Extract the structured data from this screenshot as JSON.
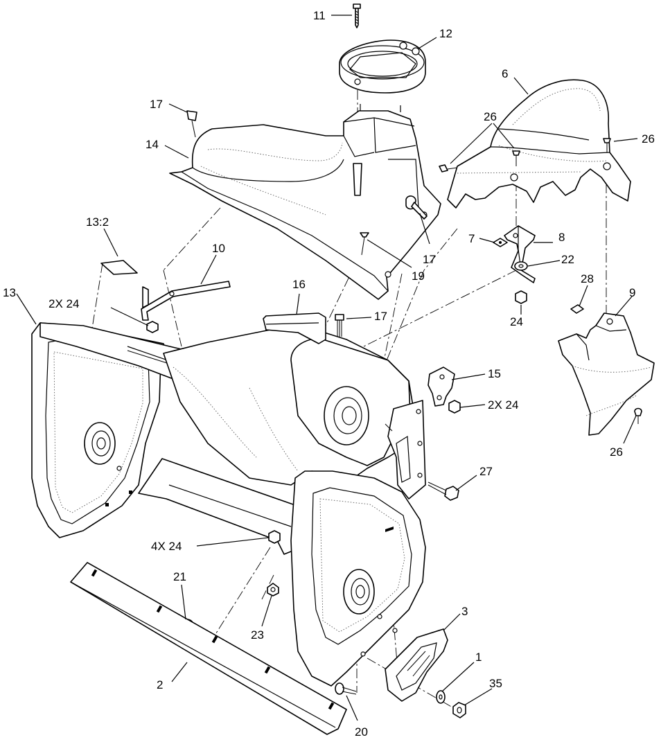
{
  "callouts": [
    {
      "id": "c11",
      "label": "11"
    },
    {
      "id": "c12",
      "label": "12"
    },
    {
      "id": "c6",
      "label": "6"
    },
    {
      "id": "c26a",
      "label": "26"
    },
    {
      "id": "c26b",
      "label": "26"
    },
    {
      "id": "c17a",
      "label": "17"
    },
    {
      "id": "c14",
      "label": "14"
    },
    {
      "id": "c13_2",
      "label": "13:2"
    },
    {
      "id": "c10",
      "label": "10"
    },
    {
      "id": "c7",
      "label": "7"
    },
    {
      "id": "c8",
      "label": "8"
    },
    {
      "id": "c22",
      "label": "22"
    },
    {
      "id": "c17b",
      "label": "17"
    },
    {
      "id": "c19",
      "label": "19"
    },
    {
      "id": "c28",
      "label": "28"
    },
    {
      "id": "c9",
      "label": "9"
    },
    {
      "id": "c13",
      "label": "13"
    },
    {
      "id": "c2x24a",
      "label": "2X 24"
    },
    {
      "id": "c16",
      "label": "16"
    },
    {
      "id": "c17c",
      "label": "17"
    },
    {
      "id": "c24",
      "label": "24"
    },
    {
      "id": "c15",
      "label": "15"
    },
    {
      "id": "c2x24b",
      "label": "2X 24"
    },
    {
      "id": "c26c",
      "label": "26"
    },
    {
      "id": "c27",
      "label": "27"
    },
    {
      "id": "c4x24",
      "label": "4X 24"
    },
    {
      "id": "c21",
      "label": "21"
    },
    {
      "id": "c23",
      "label": "23"
    },
    {
      "id": "c3",
      "label": "3"
    },
    {
      "id": "c1",
      "label": "1"
    },
    {
      "id": "c35",
      "label": "35"
    },
    {
      "id": "c2",
      "label": "2"
    },
    {
      "id": "c20",
      "label": "20"
    }
  ]
}
